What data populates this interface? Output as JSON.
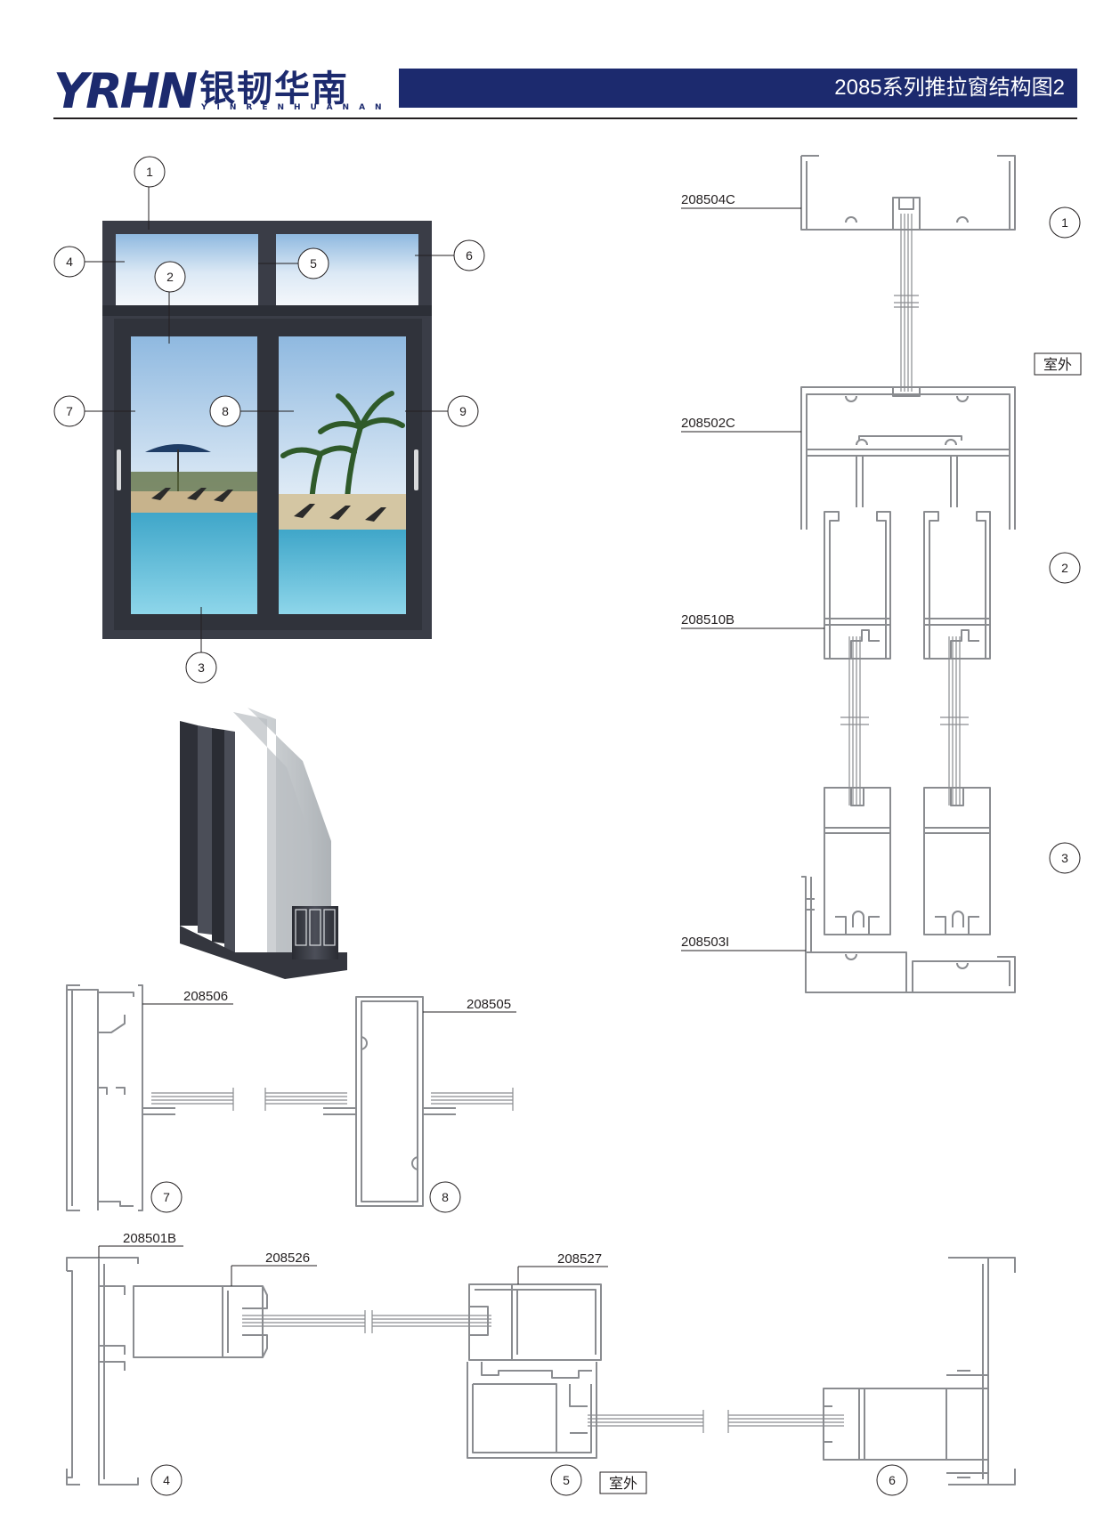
{
  "header": {
    "logo_mark": "YRHN",
    "brand_cn": "银韧华南",
    "brand_en": "YINRENHUANAN",
    "title": "2085系列推拉窗结构图2"
  },
  "callouts": [
    "1",
    "2",
    "3",
    "4",
    "5",
    "6",
    "7",
    "8",
    "9"
  ],
  "profiles": {
    "p208504C": "208504C",
    "p208502C": "208502C",
    "p208510B": "208510B",
    "p208503I": "208503I",
    "p208506": "208506",
    "p208505": "208505",
    "p208501B": "208501B",
    "p208526": "208526",
    "p208527": "208527"
  },
  "outdoor_label": "室外",
  "colors": {
    "brand_navy": "#1c2a6e",
    "frame_dark": "#3a3d47",
    "logo_accent": "#f2d200"
  }
}
